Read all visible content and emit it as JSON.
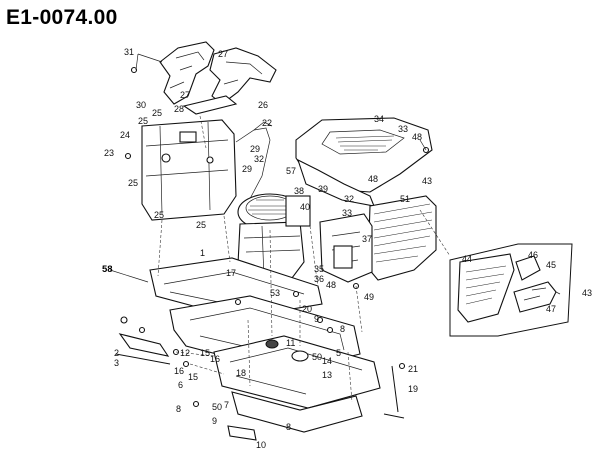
{
  "diagram": {
    "title": "E1-0074.00",
    "callouts": [
      {
        "label": "31"
      },
      {
        "label": "27"
      },
      {
        "label": "27"
      },
      {
        "label": "30"
      },
      {
        "label": "26"
      },
      {
        "label": "28"
      },
      {
        "label": "25"
      },
      {
        "label": "25"
      },
      {
        "label": "22"
      },
      {
        "label": "24"
      },
      {
        "label": "29"
      },
      {
        "label": "32"
      },
      {
        "label": "23"
      },
      {
        "label": "29"
      },
      {
        "label": "25"
      },
      {
        "label": "25"
      },
      {
        "label": "25"
      },
      {
        "label": "34"
      },
      {
        "label": "33"
      },
      {
        "label": "48"
      },
      {
        "label": "57"
      },
      {
        "label": "48"
      },
      {
        "label": "43"
      },
      {
        "label": "38"
      },
      {
        "label": "39"
      },
      {
        "label": "40"
      },
      {
        "label": "32"
      },
      {
        "label": "33"
      },
      {
        "label": "51"
      },
      {
        "label": "37"
      },
      {
        "label": "58"
      },
      {
        "label": "1"
      },
      {
        "label": "17"
      },
      {
        "label": "53"
      },
      {
        "label": "35"
      },
      {
        "label": "36"
      },
      {
        "label": "48"
      },
      {
        "label": "49"
      },
      {
        "label": "44"
      },
      {
        "label": "46"
      },
      {
        "label": "45"
      },
      {
        "label": "47"
      },
      {
        "label": "43"
      },
      {
        "label": "20"
      },
      {
        "label": "9"
      },
      {
        "label": "8"
      },
      {
        "label": "2"
      },
      {
        "label": "3"
      },
      {
        "label": "11"
      },
      {
        "label": "5"
      },
      {
        "label": "12"
      },
      {
        "label": "16"
      },
      {
        "label": "15"
      },
      {
        "label": "16"
      },
      {
        "label": "14"
      },
      {
        "label": "18"
      },
      {
        "label": "50"
      },
      {
        "label": "13"
      },
      {
        "label": "21"
      },
      {
        "label": "6"
      },
      {
        "label": "15"
      },
      {
        "label": "19"
      },
      {
        "label": "8"
      },
      {
        "label": "50"
      },
      {
        "label": "7"
      },
      {
        "label": "9"
      },
      {
        "label": "8"
      },
      {
        "label": "10"
      }
    ]
  }
}
